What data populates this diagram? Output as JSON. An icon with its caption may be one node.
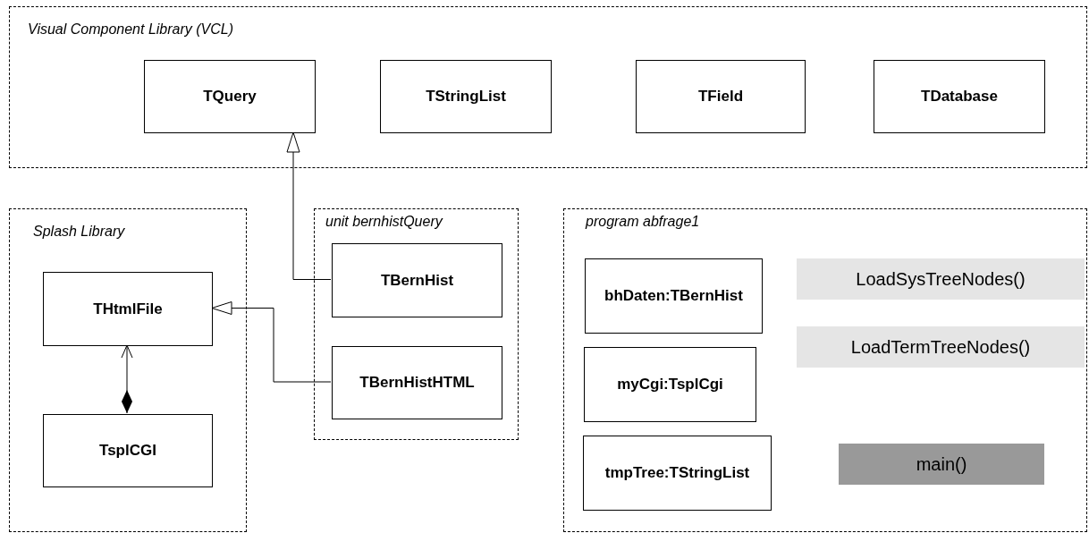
{
  "diagram": {
    "nodes": [
      {
        "text": [
          "Visual Component Library (VCL)"
        ]
      },
      {
        "text": [
          "TQuery"
        ],
        "in": 0
      },
      {
        "text": [
          "TStringList"
        ],
        "in": 0
      },
      {
        "text": [
          "TField"
        ],
        "in": 0
      },
      {
        "text": [
          "TDatabase"
        ],
        "in": 0
      },
      {
        "text": [
          "Splash Library"
        ]
      },
      {
        "text": [
          "THtmlFile"
        ],
        "in": 5
      },
      {
        "text": [
          "TsplCGI"
        ],
        "in": 5
      },
      {
        "text": [
          "unit bernhistQuery"
        ]
      },
      {
        "text": [
          "TBernHist"
        ],
        "in": 8
      },
      {
        "text": [
          "TBernHistHTML"
        ],
        "in": 8
      },
      {
        "text": [
          "program abfrage1"
        ]
      },
      {
        "text": [
          "bhDaten:TBernHist"
        ],
        "in": 11
      },
      {
        "text": [
          "myCgi:TsplCgi"
        ],
        "in": 11
      },
      {
        "text": [
          "tmpTree:TStringList"
        ],
        "in": 11
      },
      {
        "text": [
          "LoadSysTreeNodes()"
        ],
        "in": 11
      },
      {
        "text": [
          "LoadTermTreeNodes()"
        ],
        "in": 11
      },
      {
        "text": [
          "main()"
        ],
        "in": 11
      }
    ],
    "edges": [
      {
        "from": 9,
        "to": 1,
        "arrow": "to"
      },
      {
        "from": 10,
        "to": 6,
        "arrow": "to"
      },
      {
        "from": 7,
        "to": 6,
        "arrow": "to"
      }
    ]
  }
}
